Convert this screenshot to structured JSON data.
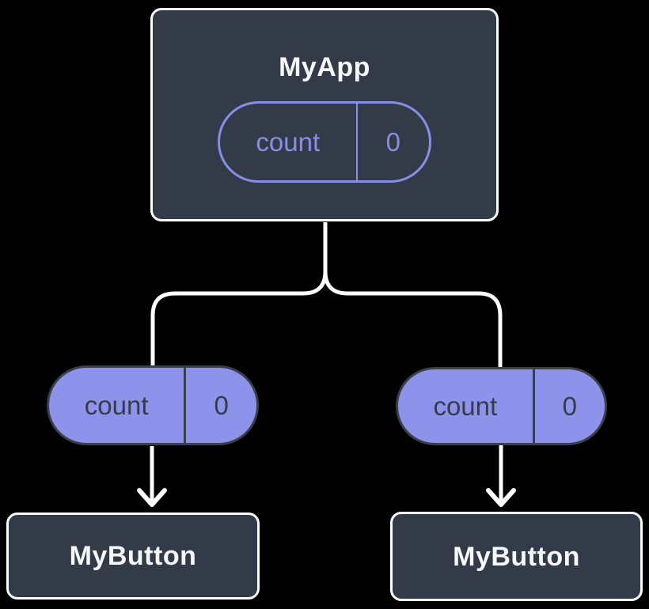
{
  "app": {
    "background": "#000000",
    "colors": {
      "node_fill": "#343B48",
      "node_border": "#FFFFFF",
      "node_text": "#F6F7F9",
      "state_purple": "#868EE7",
      "prop_pill_fill": "#8D93EA",
      "prop_pill_border": "#394049",
      "prop_pill_text": "#353B48",
      "connector": "#FFFFFF"
    },
    "tree": {
      "root": {
        "label": "MyApp",
        "state": {
          "name": "count",
          "value": "0"
        }
      },
      "children": [
        {
          "label": "MyButton",
          "prop": {
            "name": "count",
            "value": "0"
          }
        },
        {
          "label": "MyButton",
          "prop": {
            "name": "count",
            "value": "0"
          }
        }
      ]
    }
  }
}
